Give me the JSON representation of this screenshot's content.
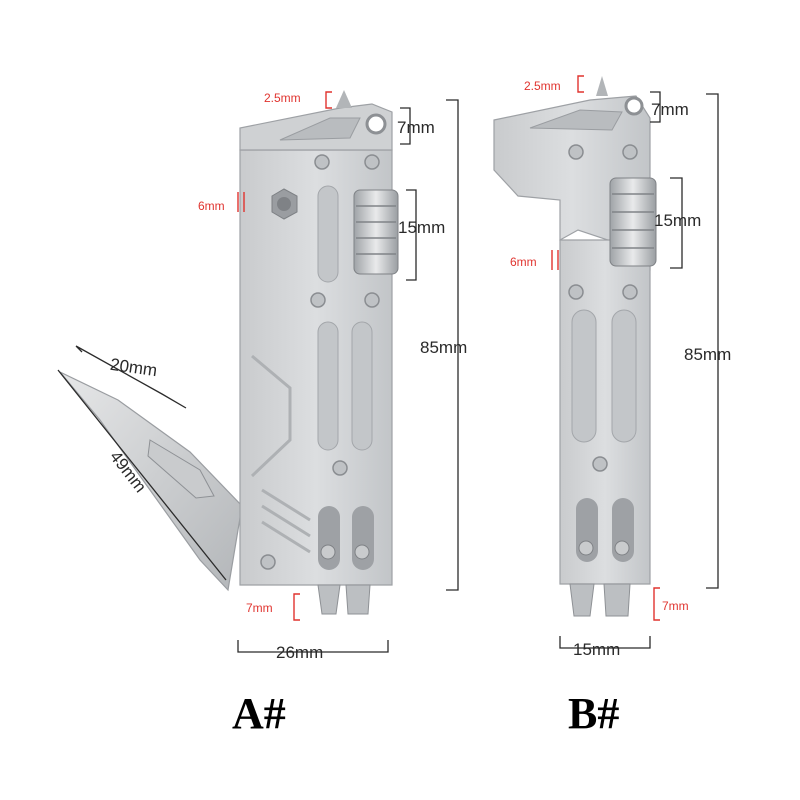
{
  "tools": [
    {
      "id": "A",
      "title": "A#",
      "labels": {
        "tip": "2.5mm",
        "head": "7mm",
        "jaw": "6mm",
        "roller": "15mm",
        "length": "85mm",
        "blade_top": "20mm",
        "blade_len": "49mm",
        "bits": "7mm",
        "width": "26mm"
      }
    },
    {
      "id": "B",
      "title": "B#",
      "labels": {
        "tip": "2.5mm",
        "head": "7mm",
        "jaw": "6mm",
        "roller": "15mm",
        "length": "85mm",
        "bits": "7mm",
        "width": "15mm"
      }
    }
  ],
  "colors": {
    "metal_light": "#d6d8da",
    "metal_mid": "#b7babd",
    "metal_dark": "#8d9094",
    "red": "#e0342f",
    "black": "#222222"
  }
}
